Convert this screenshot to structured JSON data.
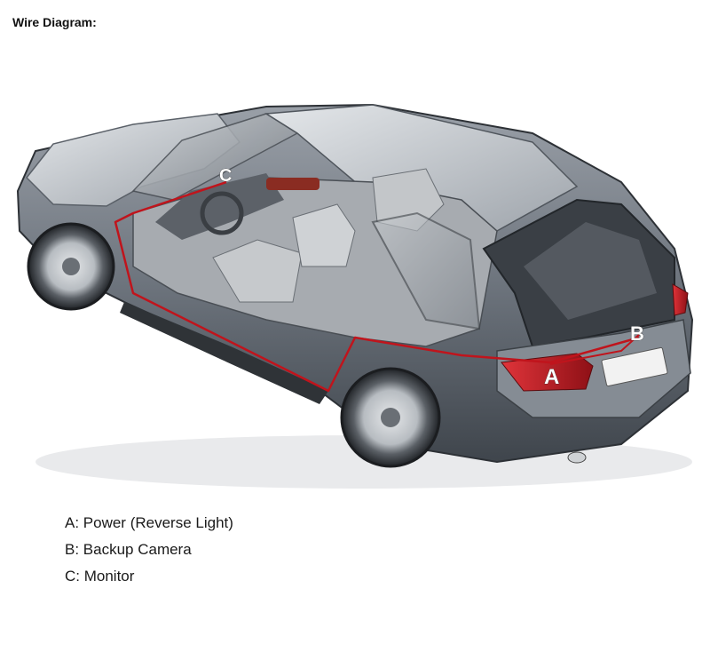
{
  "heading": "Wire Diagram:",
  "callouts": {
    "a": "A",
    "b": "B",
    "c": "C"
  },
  "legend": [
    "A: Power (Reverse Light)",
    "B: Backup Camera",
    "C: Monitor"
  ],
  "colors": {
    "wire": "#c0141c",
    "body_dark": "#4a5058",
    "body_mid": "#7b828b",
    "body_light": "#b9bec4",
    "interior": "#9ea2a6",
    "taillight": "#b81c22"
  }
}
